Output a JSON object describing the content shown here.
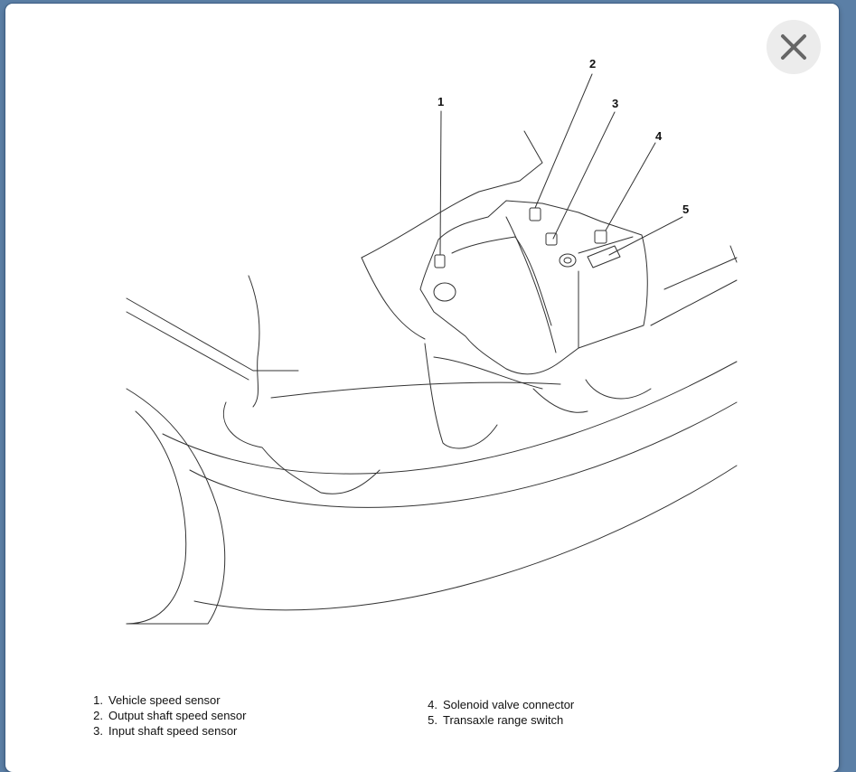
{
  "dialog": {
    "close_icon": "close-icon"
  },
  "diagram": {
    "callouts": [
      "1",
      "2",
      "3",
      "4",
      "5"
    ],
    "legend_left": [
      {
        "num": "1.",
        "text": "Vehicle speed sensor"
      },
      {
        "num": "2.",
        "text": "Output shaft speed sensor"
      },
      {
        "num": "3.",
        "text": "Input shaft speed sensor"
      }
    ],
    "legend_right": [
      {
        "num": "4.",
        "text": "Solenoid valve connector"
      },
      {
        "num": "5.",
        "text": "Transaxle range switch"
      }
    ]
  }
}
